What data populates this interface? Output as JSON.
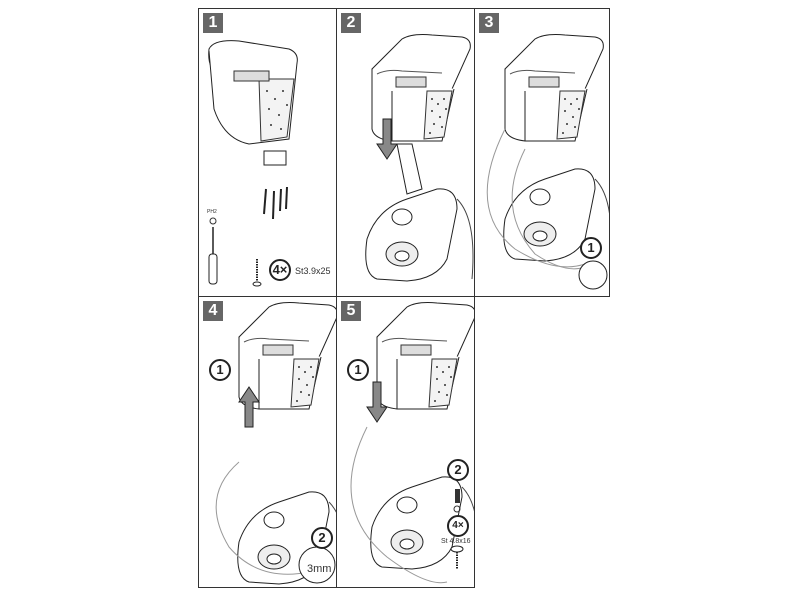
{
  "steps": [
    {
      "number": "1",
      "screw_count": "4×",
      "screw_label": "St3.9x25",
      "tool_label": "PH2"
    },
    {
      "number": "2"
    },
    {
      "number": "3",
      "sub_step": "1"
    },
    {
      "number": "4",
      "sub_step_1": "1",
      "sub_step_2": "2",
      "hex_label": "3mm"
    },
    {
      "number": "5",
      "sub_step_1": "1",
      "sub_step_2": "2",
      "screw_count": "4×",
      "screw_label": "St 4.8x16"
    }
  ]
}
